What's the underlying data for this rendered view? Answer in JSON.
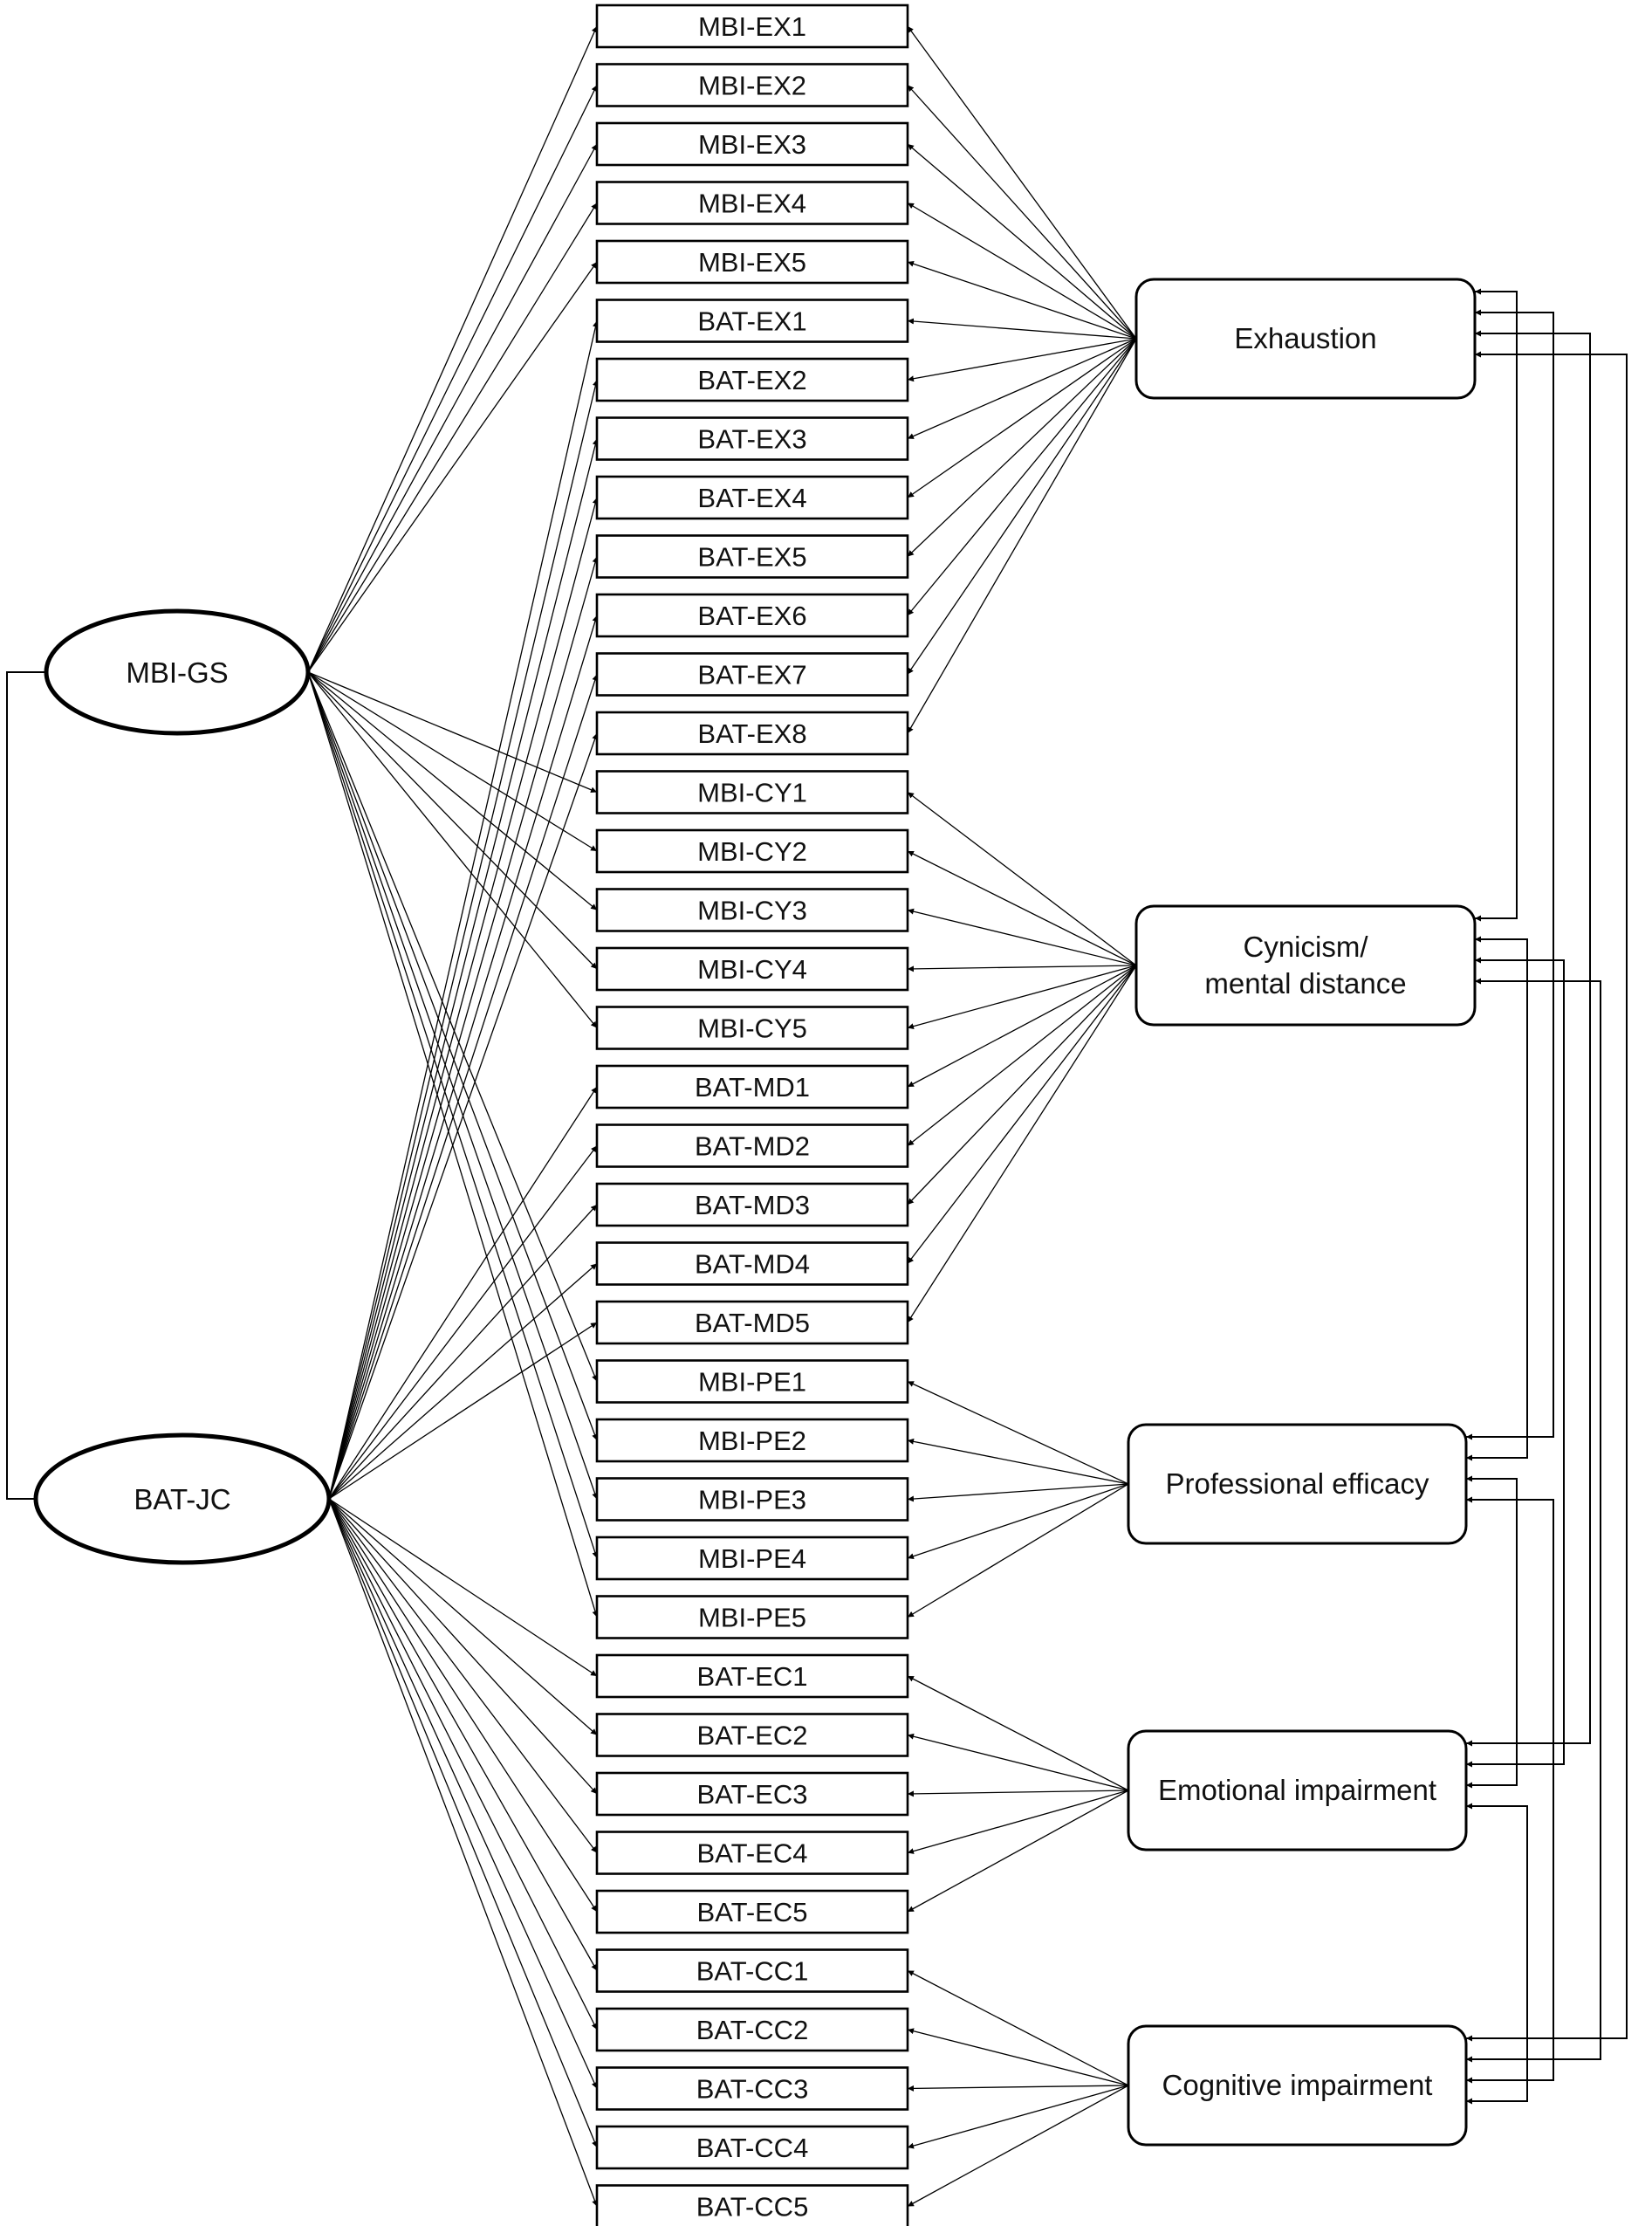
{
  "diagram": {
    "latent_factors": [
      {
        "id": "mbi",
        "label": "MBI-GS"
      },
      {
        "id": "bat",
        "label": "BAT-JC"
      }
    ],
    "dimension_factors": [
      {
        "id": "ex",
        "lines": [
          "Exhaustion"
        ]
      },
      {
        "id": "cy",
        "lines": [
          "Cynicism/",
          "mental distance"
        ]
      },
      {
        "id": "pe",
        "lines": [
          "Professional efficacy"
        ]
      },
      {
        "id": "ei",
        "lines": [
          "Emotional impairment"
        ]
      },
      {
        "id": "ci",
        "lines": [
          "Cognitive impairment"
        ]
      }
    ],
    "items": [
      {
        "label": "MBI-EX1",
        "latent": "mbi",
        "dimension": "ex"
      },
      {
        "label": "MBI-EX2",
        "latent": "mbi",
        "dimension": "ex"
      },
      {
        "label": "MBI-EX3",
        "latent": "mbi",
        "dimension": "ex"
      },
      {
        "label": "MBI-EX4",
        "latent": "mbi",
        "dimension": "ex"
      },
      {
        "label": "MBI-EX5",
        "latent": "mbi",
        "dimension": "ex"
      },
      {
        "label": "BAT-EX1",
        "latent": "bat",
        "dimension": "ex"
      },
      {
        "label": "BAT-EX2",
        "latent": "bat",
        "dimension": "ex"
      },
      {
        "label": "BAT-EX3",
        "latent": "bat",
        "dimension": "ex"
      },
      {
        "label": "BAT-EX4",
        "latent": "bat",
        "dimension": "ex"
      },
      {
        "label": "BAT-EX5",
        "latent": "bat",
        "dimension": "ex"
      },
      {
        "label": "BAT-EX6",
        "latent": "bat",
        "dimension": "ex"
      },
      {
        "label": "BAT-EX7",
        "latent": "bat",
        "dimension": "ex"
      },
      {
        "label": "BAT-EX8",
        "latent": "bat",
        "dimension": "ex"
      },
      {
        "label": "MBI-CY1",
        "latent": "mbi",
        "dimension": "cy"
      },
      {
        "label": "MBI-CY2",
        "latent": "mbi",
        "dimension": "cy"
      },
      {
        "label": "MBI-CY3",
        "latent": "mbi",
        "dimension": "cy"
      },
      {
        "label": "MBI-CY4",
        "latent": "mbi",
        "dimension": "cy"
      },
      {
        "label": "MBI-CY5",
        "latent": "mbi",
        "dimension": "cy"
      },
      {
        "label": "BAT-MD1",
        "latent": "bat",
        "dimension": "cy"
      },
      {
        "label": "BAT-MD2",
        "latent": "bat",
        "dimension": "cy"
      },
      {
        "label": "BAT-MD3",
        "latent": "bat",
        "dimension": "cy"
      },
      {
        "label": "BAT-MD4",
        "latent": "bat",
        "dimension": "cy"
      },
      {
        "label": "BAT-MD5",
        "latent": "bat",
        "dimension": "cy"
      },
      {
        "label": "MBI-PE1",
        "latent": "mbi",
        "dimension": "pe"
      },
      {
        "label": "MBI-PE2",
        "latent": "mbi",
        "dimension": "pe"
      },
      {
        "label": "MBI-PE3",
        "latent": "mbi",
        "dimension": "pe"
      },
      {
        "label": "MBI-PE4",
        "latent": "mbi",
        "dimension": "pe"
      },
      {
        "label": "MBI-PE5",
        "latent": "mbi",
        "dimension": "pe"
      },
      {
        "label": "BAT-EC1",
        "latent": "bat",
        "dimension": "ei"
      },
      {
        "label": "BAT-EC2",
        "latent": "bat",
        "dimension": "ei"
      },
      {
        "label": "BAT-EC3",
        "latent": "bat",
        "dimension": "ei"
      },
      {
        "label": "BAT-EC4",
        "latent": "bat",
        "dimension": "ei"
      },
      {
        "label": "BAT-EC5",
        "latent": "bat",
        "dimension": "ei"
      },
      {
        "label": "BAT-CC1",
        "latent": "bat",
        "dimension": "ci"
      },
      {
        "label": "BAT-CC2",
        "latent": "bat",
        "dimension": "ci"
      },
      {
        "label": "BAT-CC3",
        "latent": "bat",
        "dimension": "ci"
      },
      {
        "label": "BAT-CC4",
        "latent": "bat",
        "dimension": "ci"
      },
      {
        "label": "BAT-CC5",
        "latent": "bat",
        "dimension": "ci"
      }
    ],
    "latent_correlations": [
      [
        "mbi",
        "bat"
      ]
    ],
    "dimension_correlations": [
      [
        "ex",
        "cy"
      ],
      [
        "ex",
        "pe"
      ],
      [
        "ex",
        "ei"
      ],
      [
        "ex",
        "ci"
      ],
      [
        "cy",
        "pe"
      ],
      [
        "cy",
        "ei"
      ],
      [
        "cy",
        "ci"
      ],
      [
        "pe",
        "ei"
      ],
      [
        "pe",
        "ci"
      ],
      [
        "ei",
        "ci"
      ]
    ]
  }
}
